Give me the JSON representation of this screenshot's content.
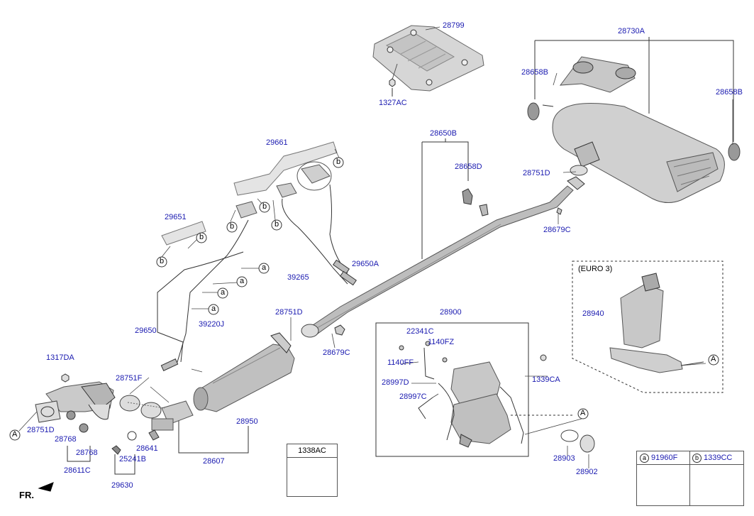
{
  "diagram": {
    "parts": {
      "p28799": "28799",
      "p1327AC": "1327AC",
      "p28730A": "28730A",
      "p28658B_l": "28658B",
      "p28658B_r": "28658B",
      "p28650B": "28650B",
      "p28658D": "28658D",
      "p28751D_top": "28751D",
      "p28679C_top": "28679C",
      "p29661": "29661",
      "p29651": "29651",
      "p29650A": "29650A",
      "p39265": "39265",
      "p29650": "29650",
      "p39220J": "39220J",
      "p28751D_mid": "28751D",
      "p28679C_mid": "28679C",
      "p28900": "28900",
      "p22341C": "22341C",
      "p1140FZ": "1140FZ",
      "p1140FF": "1140FF",
      "p28997D": "28997D",
      "p28997C": "28997C",
      "p1339CA": "1339CA",
      "p28903": "28903",
      "p28902": "28902",
      "p28940": "28940",
      "p1317DA": "1317DA",
      "p28751F": "28751F",
      "p28751D_left": "28751D",
      "p28768_a": "28768",
      "p28768_b": "28768",
      "p28611C": "28611C",
      "p28641": "28641",
      "p25241B": "25241B",
      "p29630": "29630",
      "p28607": "28607",
      "p28950": "28950"
    },
    "euro_note": "(EURO 3)",
    "callouts": {
      "a": "a",
      "b": "b",
      "A": "A"
    },
    "fr_label": "FR.",
    "legend_1338AC": "1338AC",
    "legend_a_code": "91960F",
    "legend_b_code": "1339CC"
  }
}
